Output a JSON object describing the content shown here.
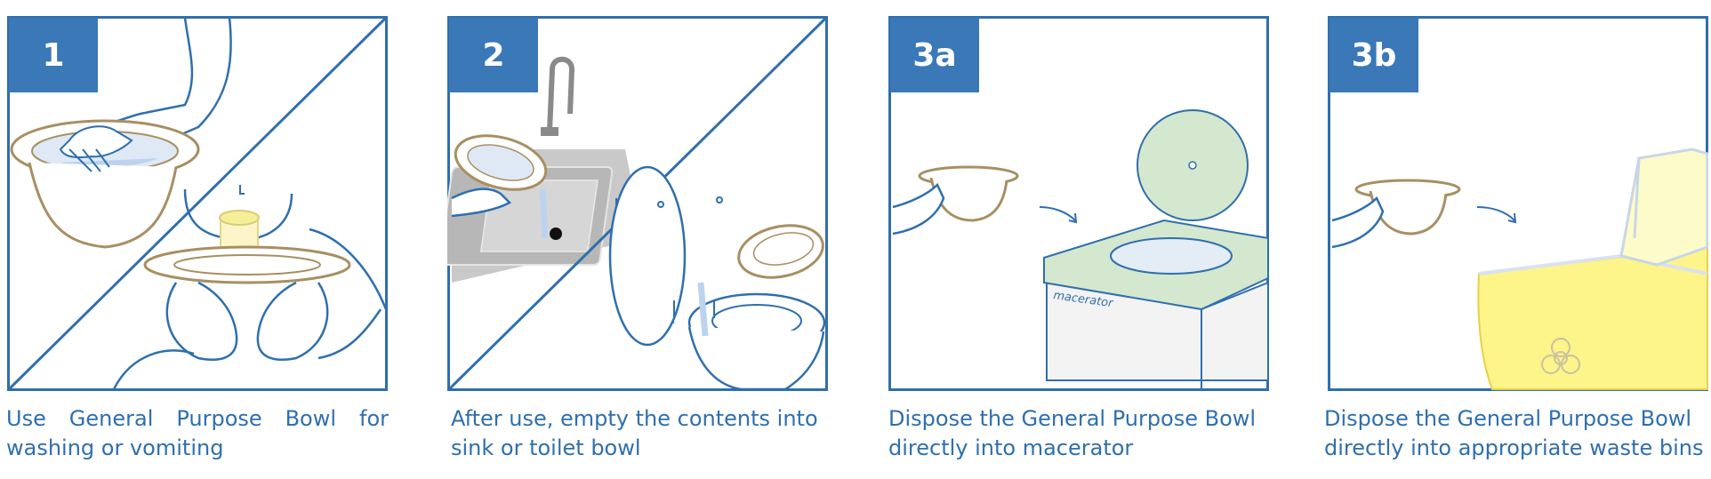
{
  "steps": [
    {
      "badge": "1",
      "caption_line1": "Use General Purpose Bowl for",
      "caption_line2": "washing or vomiting"
    },
    {
      "badge": "2",
      "caption_line1": "After use, empty the contents into",
      "caption_line2": "sink or toilet bowl"
    },
    {
      "badge": "3a",
      "caption_line1": "Dispose the General Purpose Bowl",
      "caption_line2": "directly into macerator",
      "label": "macerator"
    },
    {
      "badge": "3b",
      "caption_line1": "Dispose the General Purpose Bowl",
      "caption_line2": "directly into appropriate waste bins"
    }
  ],
  "colors": {
    "frame": "#2f6fae",
    "badge": "#3a78b8",
    "bowl_outline": "#a88f62",
    "water": "#bcd3ee",
    "macerator_green": "#d4e8cf",
    "bin_yellow": "#fdf48a",
    "sink_grey": "#c9c9c9"
  },
  "icons": [
    "biohazard-icon",
    "arrow-icon",
    "bowl-icon",
    "toilet-icon",
    "sink-icon",
    "hands-icon"
  ]
}
